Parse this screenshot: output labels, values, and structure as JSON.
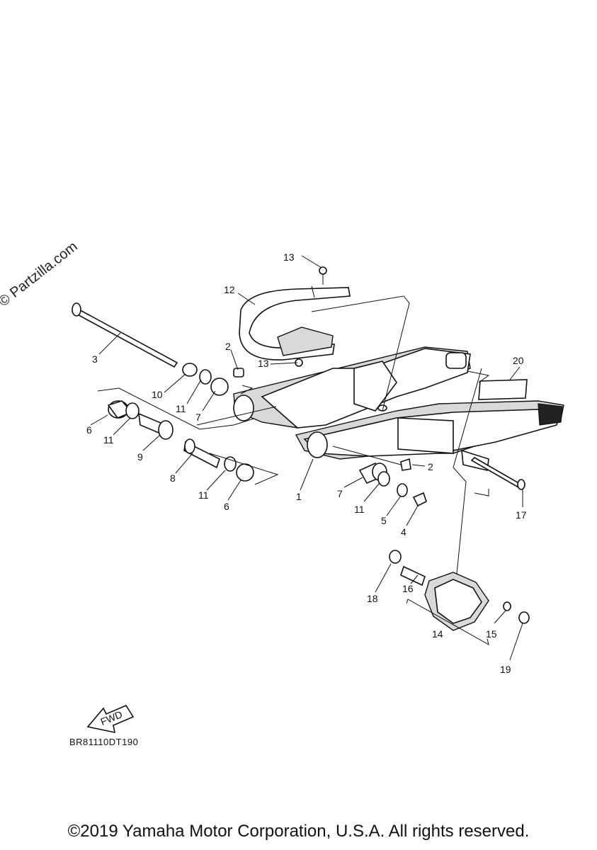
{
  "watermark": "© Partzilla.com",
  "diagram_code": "BR81110DT190",
  "fwd_label": "FWD",
  "copyright": "©2019 Yamaha Motor Corporation, U.S.A. All rights reserved.",
  "callouts": {
    "c1": "1",
    "c2a": "2",
    "c2b": "2",
    "c3": "3",
    "c4": "4",
    "c5": "5",
    "c6a": "6",
    "c6b": "6",
    "c7a": "7",
    "c7b": "7",
    "c8": "8",
    "c9": "9",
    "c10": "10",
    "c11a": "11",
    "c11b": "11",
    "c11c": "11",
    "c11d": "11",
    "c12": "12",
    "c13a": "13",
    "c13b": "13",
    "c14": "14",
    "c15": "15",
    "c16": "16",
    "c17": "17",
    "c18": "18",
    "c19": "19",
    "c20": "20"
  }
}
